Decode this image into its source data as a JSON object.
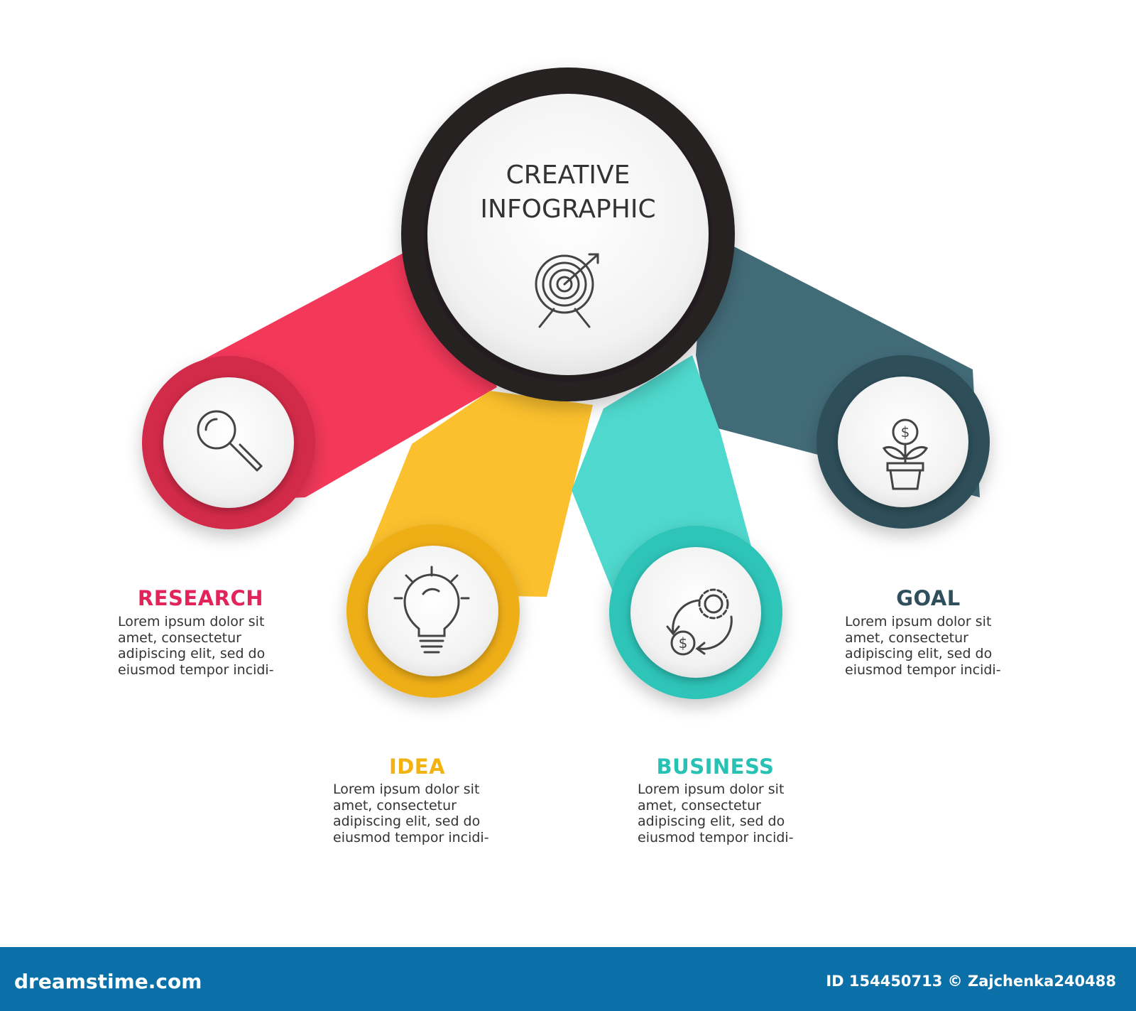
{
  "title": {
    "line1": "CREATIVE",
    "line2": "INFOGRAPHIC",
    "icon": "target-icon"
  },
  "steps": [
    {
      "label": "RESEARCH",
      "icon": "magnifier-icon",
      "color": "#f4385a",
      "color_dark": "#d22a48",
      "desc": [
        "Lorem ipsum dolor sit",
        "amet, consectetur",
        "adipiscing elit, sed do",
        "eiusmod tempor incidi-"
      ]
    },
    {
      "label": "IDEA",
      "icon": "lightbulb-icon",
      "color": "#fbc02d",
      "color_dark": "#eeae15",
      "desc": [
        "Lorem ipsum dolor sit",
        "amet, consectetur",
        "adipiscing elit, sed do",
        "eiusmod tempor incidi-"
      ]
    },
    {
      "label": "BUSINESS",
      "icon": "money-cycle-icon",
      "color": "#4fd8cd",
      "color_dark": "#2ec4b8",
      "desc": [
        "Lorem ipsum dolor sit",
        "amet, consectetur",
        "adipiscing elit, sed do",
        "eiusmod tempor incidi-"
      ]
    },
    {
      "label": "GOAL",
      "icon": "money-plant-icon",
      "color": "#426b78",
      "color_dark": "#2e4f5a",
      "desc": [
        "Lorem ipsum dolor sit",
        "amet, consectetur",
        "adipiscing elit, sed do",
        "eiusmod tempor incidi-"
      ]
    }
  ],
  "label_colors": {
    "research": "#e3245a",
    "idea": "#f2b312",
    "business": "#28c2b5",
    "goal": "#2f4f5c"
  },
  "footer": {
    "logo": "dreamstime.com",
    "credit": "ID 154450713 © Zajchenka240488",
    "background": "#0b6fa8"
  }
}
